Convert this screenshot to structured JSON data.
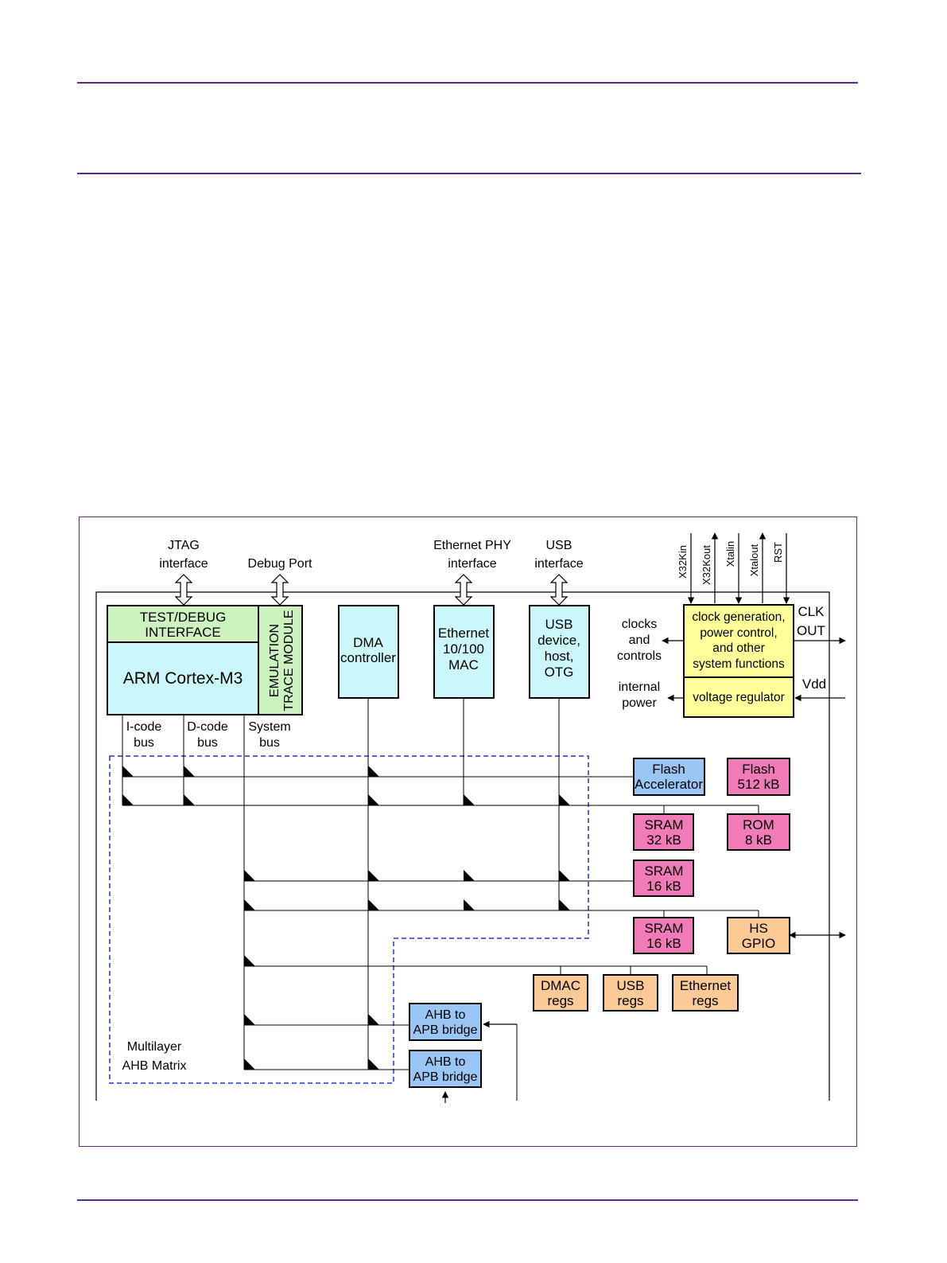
{
  "labels": {
    "jtag": [
      "JTAG",
      "interface"
    ],
    "debug_port": "Debug Port",
    "eth_phy": [
      "Ethernet PHY",
      "interface"
    ],
    "usb_if": [
      "USB",
      "interface"
    ],
    "x32kin": "X32Kin",
    "x32kout": "X32Kout",
    "xtalin": "Xtalin",
    "xtalout": "Xtalout",
    "rst": "RST",
    "clocks": [
      "clocks",
      "and",
      "controls"
    ],
    "internal_power": [
      "internal",
      "power"
    ],
    "clk_out": [
      "CLK",
      "OUT"
    ],
    "vdd": "Vdd",
    "icode": [
      "I-code",
      "bus"
    ],
    "dcode": [
      "D-code",
      "bus"
    ],
    "sysbus": [
      "System",
      "bus"
    ],
    "matrix": [
      "Multilayer",
      "AHB Matrix"
    ]
  },
  "blocks": {
    "test_debug": [
      "TEST/DEBUG",
      "INTERFACE"
    ],
    "arm": "ARM Cortex-M3",
    "etm": [
      "EMULATION",
      "TRACE MODULE"
    ],
    "dma": [
      "DMA",
      "controller"
    ],
    "ethernet": [
      "Ethernet",
      "10/100",
      "MAC"
    ],
    "usb": [
      "USB",
      "device,",
      "host,",
      "OTG"
    ],
    "clockgen": [
      "clock generation,",
      "power control,",
      "and other",
      "system functions"
    ],
    "vreg": "voltage regulator",
    "flash_acc": [
      "Flash",
      "Accelerator"
    ],
    "flash": [
      "Flash",
      "512 kB"
    ],
    "sram32": [
      "SRAM",
      "32 kB"
    ],
    "rom": [
      "ROM",
      "8 kB"
    ],
    "sram16a": [
      "SRAM",
      "16 kB"
    ],
    "sram16b": [
      "SRAM",
      "16 kB"
    ],
    "hsgpio": [
      "HS",
      "GPIO"
    ],
    "dmac_regs": [
      "DMAC",
      "regs"
    ],
    "usb_regs": [
      "USB",
      "regs"
    ],
    "eth_regs": [
      "Ethernet",
      "regs"
    ],
    "apb1": [
      "AHB to",
      "APB bridge"
    ],
    "apb2": [
      "AHB to",
      "APB bridge"
    ]
  },
  "colors": {
    "green": "#ccf2c0",
    "cyan": "#ccf7fa",
    "yellow": "#ffff99",
    "blue": "#99c6f5",
    "pink": "#f17ab8",
    "orange": "#fac996",
    "dashed": "#1c32e0",
    "rule": "#5a2a8c"
  }
}
